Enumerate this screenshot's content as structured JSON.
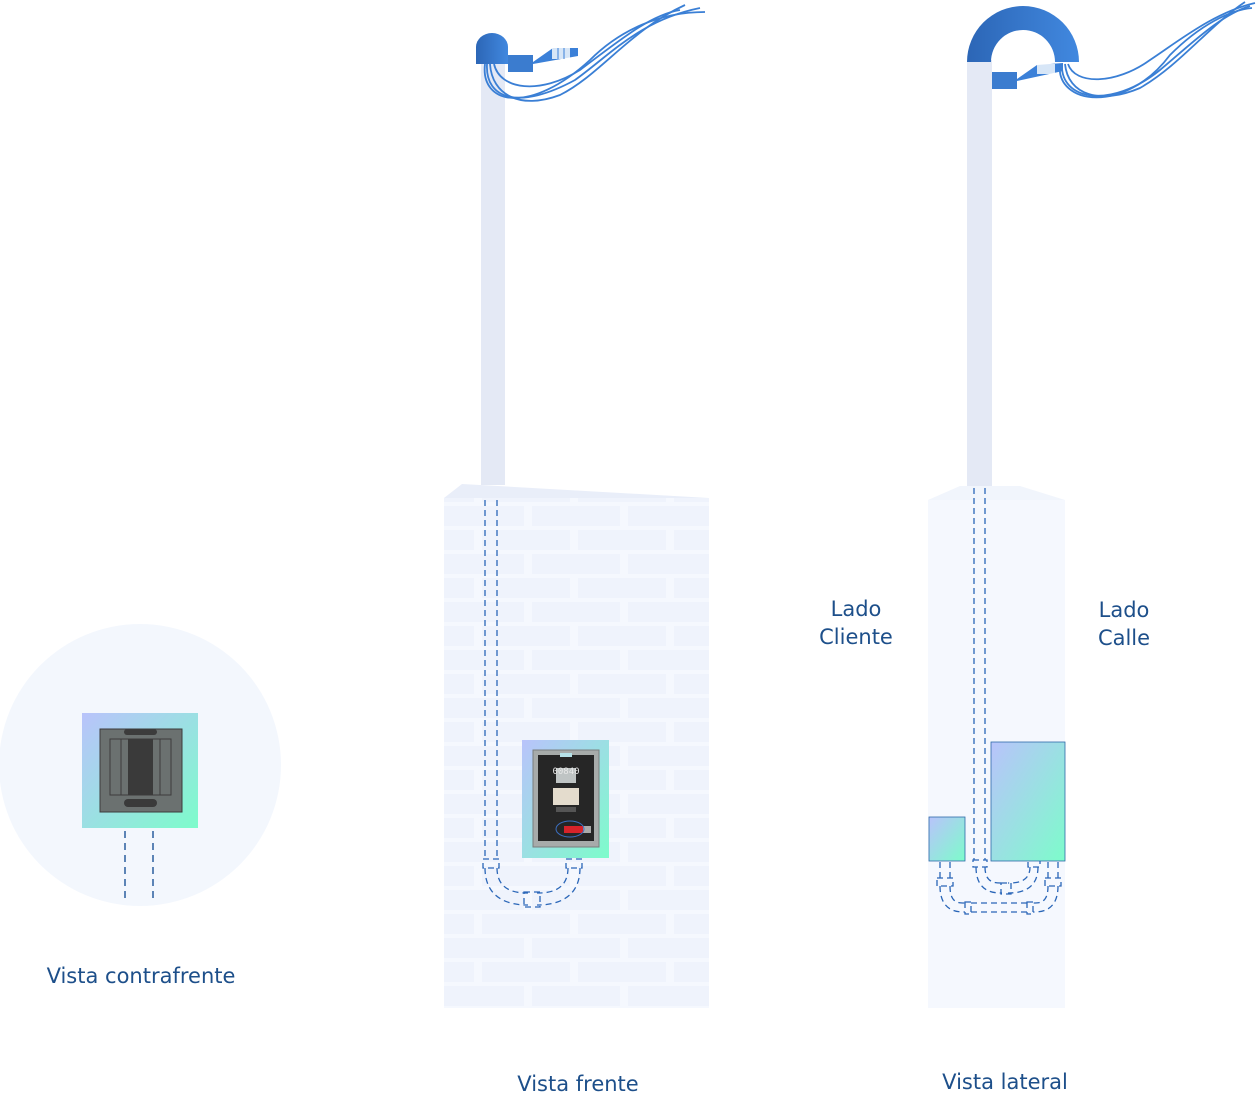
{
  "labels": {
    "contrafrente": "Vista contrafrente",
    "frente": "Vista frente",
    "lateral": "Vista lateral",
    "lado_cliente_1": "Lado",
    "lado_cliente_2": "Cliente",
    "lado_calle_1": "Lado",
    "lado_calle_2": "Calle"
  },
  "meter": {
    "reading": "00840"
  },
  "colors": {
    "text": "#1d4f8a",
    "pole": "#e4e9f5",
    "wall": "#f3f7fd",
    "cable": "#3a7fd5",
    "cap": "#2f6fc4",
    "box_gradient_start": "#b7c4fb",
    "box_gradient_end": "#7ffccb",
    "dashed_pipe": "#2a66b8"
  }
}
